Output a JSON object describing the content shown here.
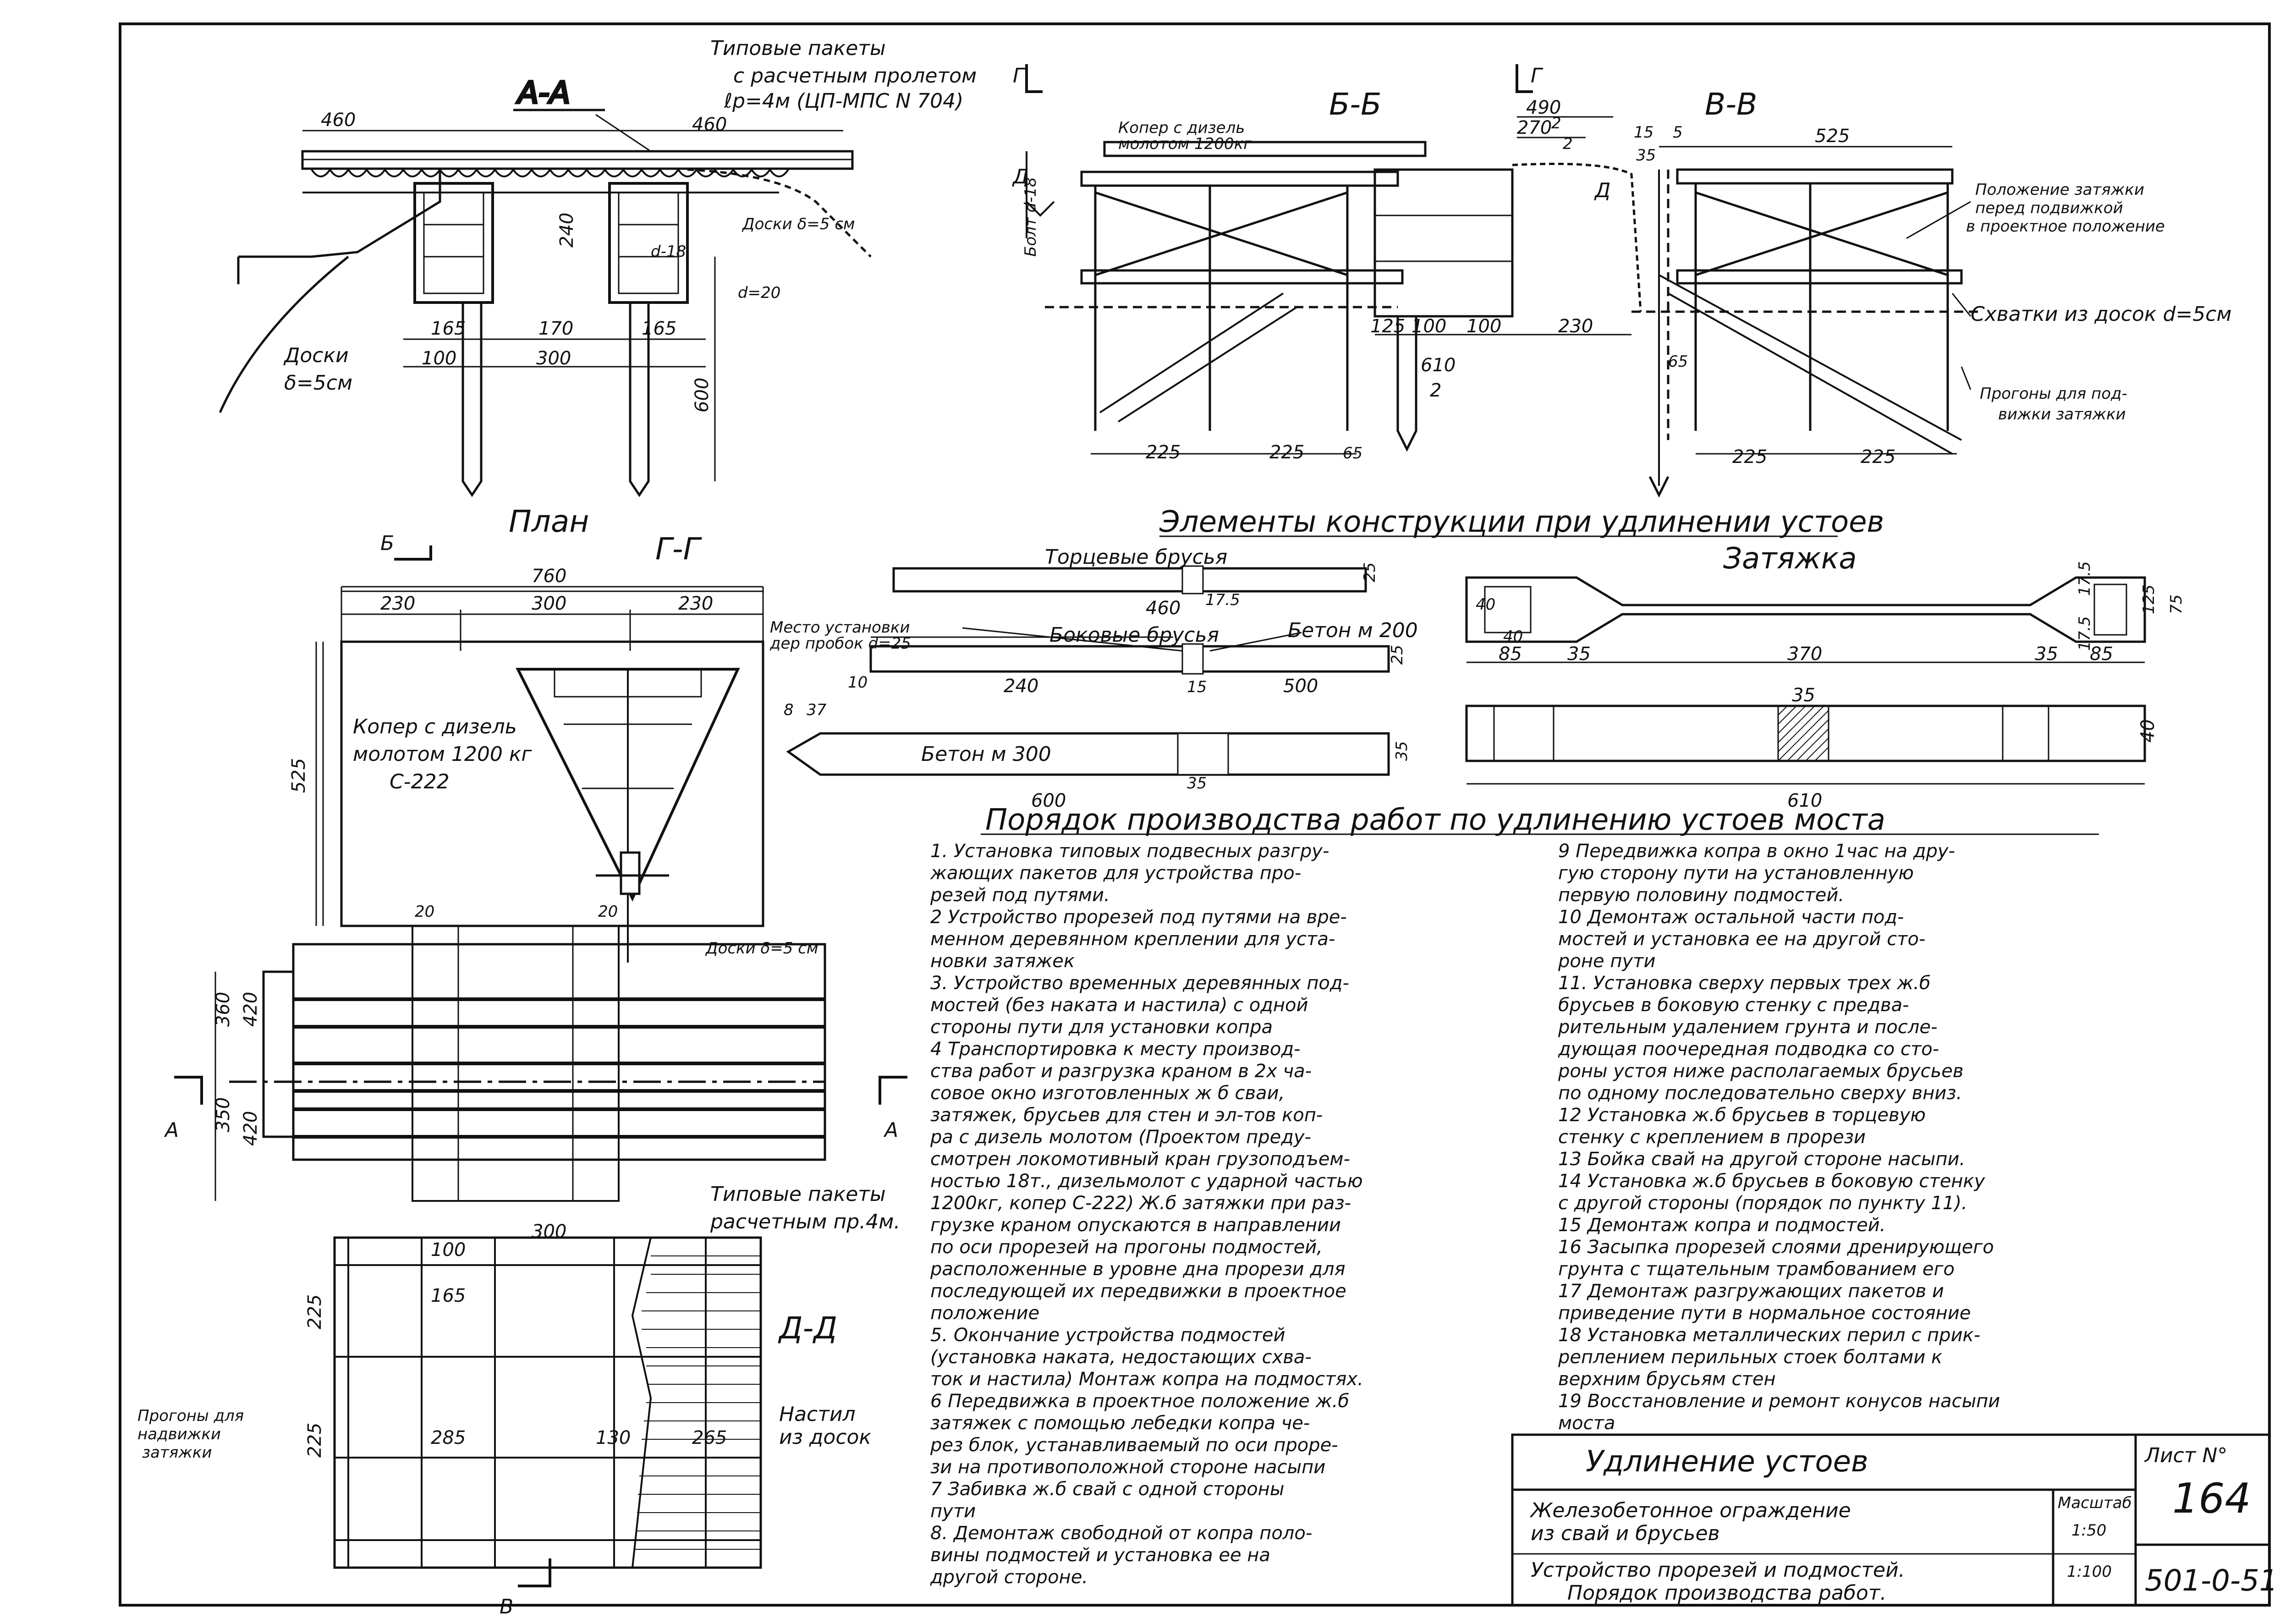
{
  "sections": {
    "aa": "А-А",
    "bb": "Б-Б",
    "vv": "В-В",
    "plan": "План",
    "gg": "Г-Г",
    "dd": "Д-Д"
  },
  "cut_marks": {
    "g": "Г",
    "d": "Д",
    "b": "Б",
    "a": "А",
    "v": "В"
  },
  "callouts": {
    "typical_packages": [
      "Типовые пакеты",
      "с расчетным пролетом",
      "ℓр=4м (ЦП-МПС N 704)"
    ],
    "copter_top": [
      "Копер с дизель",
      "молотом 1200кг"
    ],
    "bolt": "Болт d-18",
    "planks_a": "Доски δ=5 см",
    "planks_left": [
      "Доски",
      "δ=5см"
    ],
    "d18": "d-18",
    "d20": "d=20",
    "tie_position": [
      "Положение затяжки",
      "перед подвижкой",
      "в проектное положение"
    ],
    "tie_boards": "Схватки из досок d=5см",
    "runs_move": [
      "Прогоны для под-",
      "вижки затяжки"
    ],
    "copter_plan": [
      "Копер с дизель",
      "молотом 1200 кг",
      "С-222"
    ],
    "plank_plan": "Доски δ=5 см",
    "typical_packages_plan": [
      "Типовые пакеты",
      "расчетным пр.4м."
    ],
    "runs_plan": [
      "Прогоны для",
      "надвижки",
      "затяжки"
    ],
    "deck_plan": [
      "Настил",
      "из досок"
    ]
  },
  "dims": {
    "a460a": "460",
    "a460b": "460",
    "a240": "240",
    "a165a": "165",
    "a170": "170",
    "a165b": "165",
    "a100": "100",
    "a300": "300",
    "a600": "600",
    "b490": "490",
    "b270": "270",
    "b2a": "2",
    "b2b": "2",
    "b35": "35",
    "b15": "15",
    "b5": "5",
    "b525": "525",
    "b125": "125",
    "b100a": "100",
    "b100b": "100",
    "b230": "230",
    "b610": "610",
    "b2c": "2",
    "b65a": "65",
    "b225a": "225",
    "b225b": "225",
    "b65b": "65",
    "b225c": "225",
    "b225d": "225",
    "p760": "760",
    "p230a": "230",
    "p300": "300",
    "p230b": "230",
    "p525": "525",
    "p20a": "20",
    "p20b": "20",
    "p360": "360",
    "p420a": "420",
    "p350": "350",
    "p420b": "420",
    "p100": "100",
    "p300b": "300",
    "p165": "165",
    "p225a": "225",
    "p225b": "225",
    "p285": "285",
    "p130": "130",
    "p265": "265"
  },
  "elements": {
    "title": "Элементы конструкции при удлинении устоев",
    "end_beams": "Торцевые брусья",
    "end_len": "460",
    "side_beams": "Боковые брусья",
    "concrete200": "Бетон м 200",
    "plug_place": [
      "Место установки",
      "дер пробок d=25"
    ],
    "side_240": "240",
    "side_500": "500",
    "side_10": "10",
    "side_15": "15",
    "side_25": "25",
    "pile_concrete": "Бетон м 300",
    "pile_600": "600",
    "pile_35": "35",
    "pile_8": "8",
    "pile_37": "37",
    "pile_35b": "35",
    "tie": "Затяжка",
    "tie_40": "40",
    "tie_40b": "40",
    "tie_85a": "85",
    "tie_35a": "35",
    "tie_370": "370",
    "tie_35b": "35",
    "tie_85b": "85",
    "tie_125": "125",
    "tie_75": "75",
    "tie_175a": "17.5",
    "tie_175b": "17.5",
    "tie_610": "610",
    "tie_35c": "35",
    "tie_40c": "40",
    "end_25": "25",
    "end_175": "17.5"
  },
  "procedure": {
    "title": "Порядок производства работ по удлинению устоев моста",
    "left": [
      "1. Установка типовых подвесных разгру-",
      "жающих пакетов для устройства про-",
      "резей под путями.",
      "2 Устройство прорезей под путями на вре-",
      "менном деревянном креплении для уста-",
      "новки затяжек",
      "3. Устройство временных деревянных под-",
      "мостей (без наката и настила) с одной",
      "стороны пути для установки копра",
      "4 Транспортировка к месту производ-",
      "ства работ и разгрузка краном в 2х ча-",
      "совое окно изготовленных ж б сваи,",
      "затяжек, брусьев для стен и эл-тов коп-",
      "ра с дизель молотом (Проектом преду-",
      "смотрен локомотивный кран грузоподъем-",
      "ностью 18т., дизельмолот с ударной частью",
      "1200кг, копер С-222) Ж.б затяжки при раз-",
      "грузке краном опускаются в направлении",
      "по оси прорезей на прогоны подмостей,",
      "расположенные в уровне дна прорези для",
      "последующей их передвижки в проектное",
      "положение",
      "5. Окончание устройства подмостей",
      "(установка наката, недостающих схва-",
      "ток и настила) Монтаж копра на подмостях.",
      "6 Передвижка в проектное положение ж.б",
      "затяжек с помощью лебедки копра че-",
      "рез блок, устанавливаемый по оси проре-",
      "зи на противоположной стороне насыпи",
      "7 Забивка ж.б свай с одной стороны",
      "пути",
      "8. Демонтаж свободной от копра поло-",
      "вины подмостей и установка ее на",
      "другой стороне."
    ],
    "right": [
      "9 Передвижка копра в окно 1час на дру-",
      "гую сторону пути на установленную",
      "первую половину подмостей.",
      "10 Демонтаж остальной части под-",
      "мостей и установка ее на другой сто-",
      "роне пути",
      "11. Установка сверху первых трех ж.б",
      "брусьев в боковую стенку с предва-",
      "рительным удалением грунта и после-",
      "дующая поочередная подводка со сто-",
      "роны устоя ниже располагаемых брусьев",
      "по одному последовательно сверху вниз.",
      "12 Установка ж.б брусьев в торцевую",
      "стенку с креплением в прорези",
      "13 Бойка свай на другой стороне насыпи.",
      "14 Установка ж.б брусьев в боковую стенку",
      "с другой стороны (порядок по пункту 11).",
      "15 Демонтаж копра и подмостей.",
      "16 Засыпка прорезей слоями дренирующего",
      "грунта с тщательным трамбованием его",
      "17 Демонтаж разгружающих пакетов и",
      "приведение пути в нормальное состояние",
      "18 Установка металлических перил с прик-",
      "реплением перильных стоек болтами к",
      "верхним брусьям стен",
      "19 Восстановление и ремонт конусов насыпи",
      "моста"
    ]
  },
  "titleblock": {
    "title": "Удлинение устоев",
    "subtitle": [
      "Железобетонное ограждение",
      "из свай и брусьев"
    ],
    "desc": [
      "Устройство прорезей и подмостей.",
      "Порядок производства работ."
    ],
    "sheet_label": "Лист N°",
    "sheet_no": "164",
    "scale_label": "Масштаб",
    "scale1": "1:50",
    "scale2": "1:100",
    "code": "501-0-51"
  }
}
